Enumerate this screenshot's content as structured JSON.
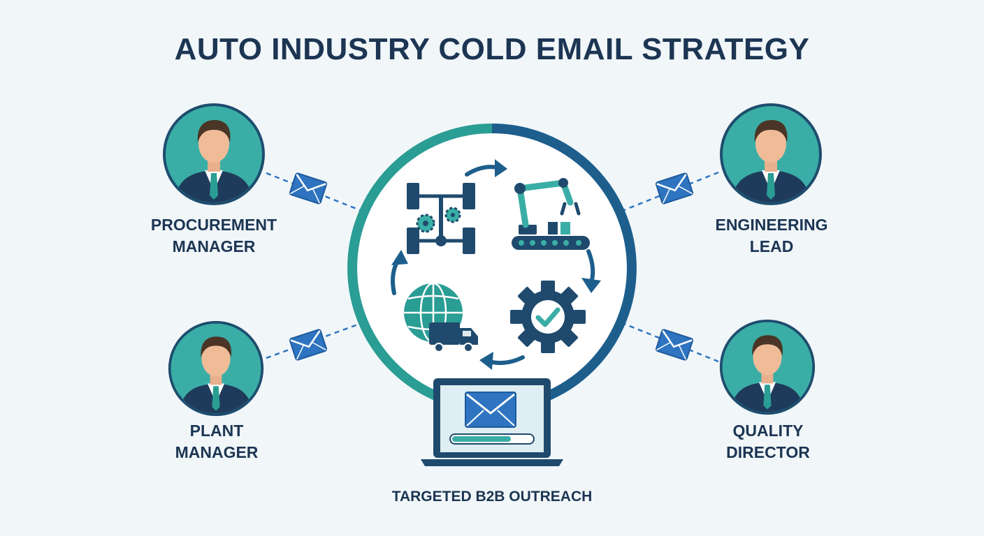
{
  "title": "AUTO INDUSTRY COLD EMAIL STRATEGY",
  "roles": [
    {
      "line1": "PROCUREMENT",
      "line2": "MANAGER"
    },
    {
      "line1": "PLANT",
      "line2": "MANAGER"
    },
    {
      "line1": "ENGINEERING",
      "line2": "LEAD"
    },
    {
      "line1": "QUALITY",
      "line2": "DIRECTOR"
    }
  ],
  "caption": "TARGETED B2B OUTREACH",
  "icons": [
    "person-avatar-icon",
    "envelope-icon",
    "chassis-gears-icon",
    "robotic-arm-conveyor-icon",
    "gear-check-icon",
    "globe-truck-icon",
    "laptop-email-icon",
    "cycle-arrow-icon"
  ],
  "colors": {
    "navy": "#1c3553",
    "teal": "#3aaea6",
    "blue": "#1d5e8c",
    "envelope": "#2f74c0",
    "background": "#f1f6f9"
  }
}
